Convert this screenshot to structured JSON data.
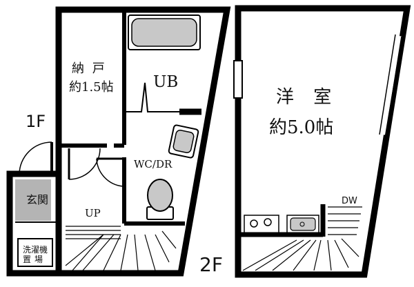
{
  "floors": {
    "first": {
      "label": "1F"
    },
    "second": {
      "label": "2F"
    }
  },
  "rooms": {
    "storage": {
      "name": "納 戸",
      "area": "約1.5帖"
    },
    "unit_bath": {
      "name": "UB"
    },
    "wc_dressing": {
      "name": "WC/DR"
    },
    "stair_up": {
      "name": "UP"
    },
    "entrance": {
      "name": "玄関"
    },
    "washer_space": {
      "line1": "洗濯機",
      "line2": "置場"
    },
    "western_room": {
      "name": "洋 室",
      "area": "約5.0帖"
    },
    "down_stair": {
      "name": "DW"
    }
  },
  "colors": {
    "wall": "#000000",
    "entrance_fill": "#b4b4b4",
    "fixture_fill": "#c8c8c8"
  }
}
